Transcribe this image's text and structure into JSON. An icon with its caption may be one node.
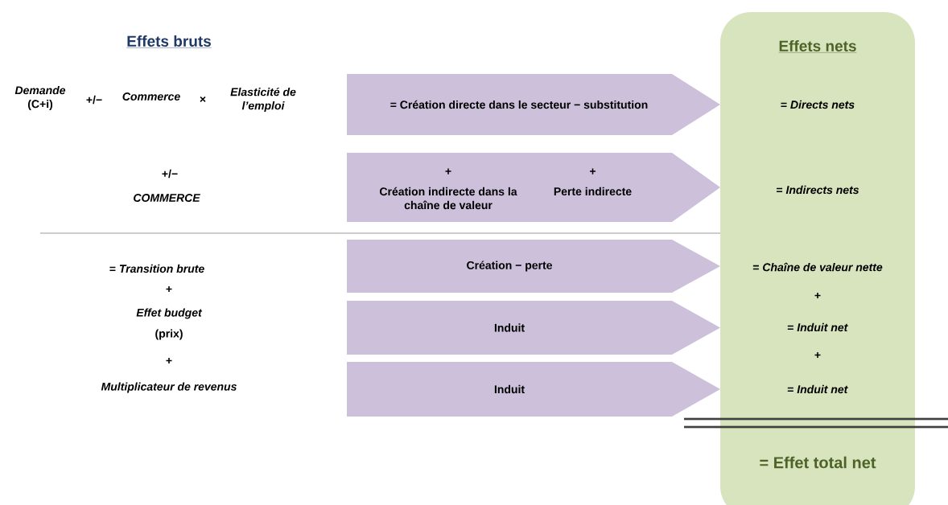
{
  "diagram": {
    "nodes": [
      {
        "text": [
          "= Création directe dans le secteur − substitution"
        ]
      },
      {
        "text": [
          "+",
          "Création indirecte dans la chaîne de valeur",
          "+",
          "Perte indirecte"
        ]
      },
      {
        "text": [
          "Création − perte"
        ]
      },
      {
        "text": [
          "Induit"
        ]
      },
      {
        "text": [
          "Induit"
        ]
      },
      {
        "text": [
          "Effets nets",
          "= *Directs nets*",
          "= *Indirects nets*",
          "= *Chaîne de valeur nette*",
          "+",
          "= *Induit net*",
          "+",
          "= *Induit net*",
          "= Effet total net"
        ]
      }
    ],
    "labels": [
      "Effets bruts",
      "*Demande* (C+i)",
      "+/−",
      "Commerce",
      "×",
      "Elasticité de l’emploi",
      "+/−",
      "COMMERCE",
      "= *Transition brute*",
      "+",
      "Effet budget",
      "(prix)",
      "+",
      "Multiplicateur de revenus"
    ]
  }
}
